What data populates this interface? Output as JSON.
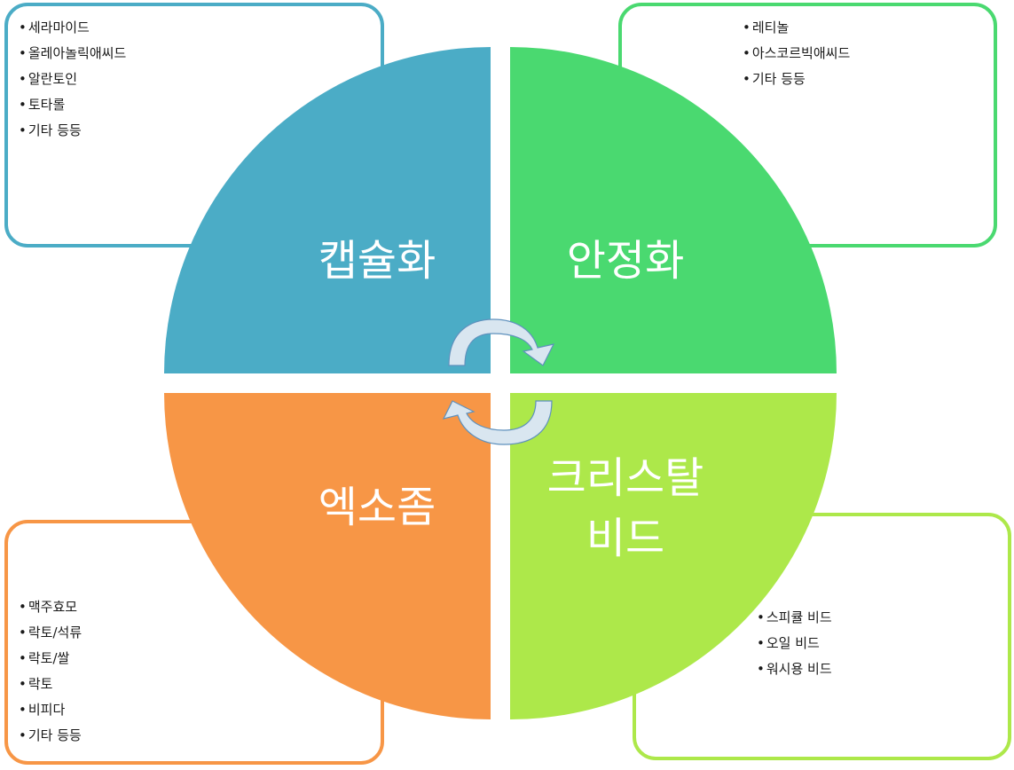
{
  "colors": {
    "capsulation": "#4BACC6",
    "stabilization": "#4AD970",
    "crystal_bead": "#ADE84A",
    "exosome": "#F79646",
    "arrow_fill": "#D9E6F0",
    "arrow_stroke": "#5F91BD"
  },
  "quadrants": {
    "top_left": {
      "title": "캡슐화"
    },
    "top_right": {
      "title": "안정화"
    },
    "bottom_right": {
      "title_line1": "크리스탈",
      "title_line2": "비드"
    },
    "bottom_left": {
      "title": "엑소좀"
    }
  },
  "boxes": {
    "top_left": {
      "items": [
        "세라마이드",
        "올레아놀릭애씨드",
        "알란토인",
        "토타롤",
        "기타 등등"
      ]
    },
    "top_right": {
      "items": [
        "레티놀",
        "아스코르빅애씨드",
        "기타 등등"
      ]
    },
    "bottom_right": {
      "items": [
        "스피큘 비드",
        "오일 비드",
        "워시용 비드"
      ]
    },
    "bottom_left": {
      "items": [
        "맥주효모",
        "락토/석류",
        "락토/쌀",
        "락토",
        "비피다",
        "기타 등등"
      ]
    }
  },
  "icons": {
    "cycle": "circular-arrows-icon"
  }
}
